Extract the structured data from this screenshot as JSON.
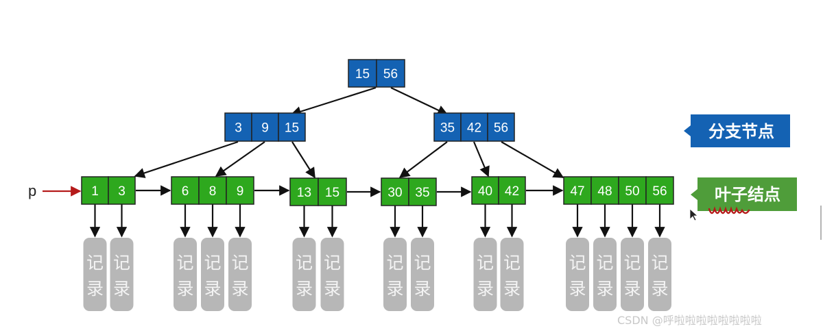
{
  "root": {
    "keys": [
      "15",
      "56"
    ]
  },
  "branch_nodes": [
    {
      "keys": [
        "3",
        "9",
        "15"
      ]
    },
    {
      "keys": [
        "35",
        "42",
        "56"
      ]
    }
  ],
  "leaf_nodes": [
    {
      "keys": [
        "1",
        "3"
      ]
    },
    {
      "keys": [
        "6",
        "8",
        "9"
      ]
    },
    {
      "keys": [
        "13",
        "15"
      ]
    },
    {
      "keys": [
        "30",
        "35"
      ]
    },
    {
      "keys": [
        "40",
        "42"
      ]
    },
    {
      "keys": [
        "47",
        "48",
        "50",
        "56"
      ]
    }
  ],
  "record_label": [
    "记",
    "录"
  ],
  "pointer_label": "p",
  "legend": {
    "branch_label": "分支节点",
    "leaf_label": "叶子结点"
  },
  "colors": {
    "branch": "#1462b3",
    "leaf": "#2ea81e",
    "record": "#b7b7b7",
    "legend_branch": "#1462b3",
    "legend_leaf": "#4f9d3a",
    "pointer_arrow": "#b51a1a"
  },
  "watermark": "CSDN @呼啦啦啦啦啦啦啦啦"
}
